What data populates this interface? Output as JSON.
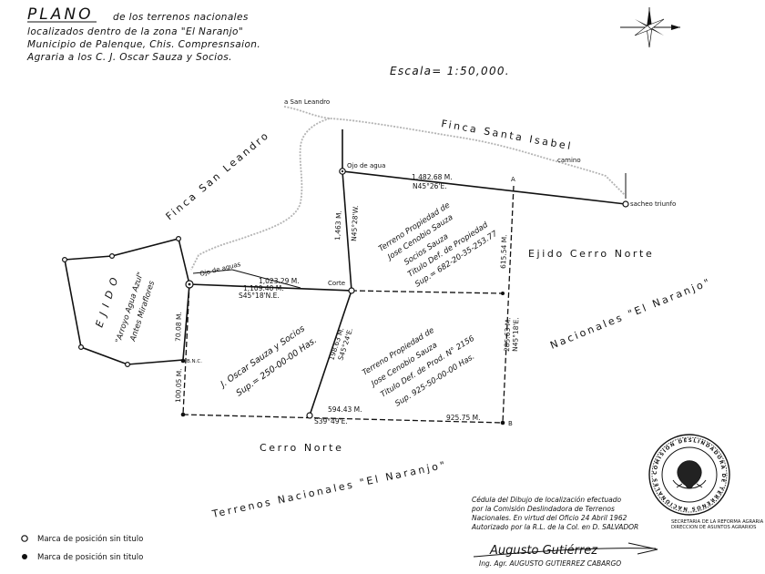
{
  "header": {
    "title": "PLANO",
    "line1": "de los terrenos nacionales",
    "line2": "localizados dentro de la zona \"El Naranjo\"",
    "line3": "Municipio de Palenque, Chis. Compresnsaion.",
    "line4": "Agraria a los C. J. Oscar Sauza y Socios.",
    "scale": "Escala= 1:50,000."
  },
  "regions": {
    "finca_san_leandro": "Finca San Leandro",
    "finca_santa_isabel": "Finca Santa Isabel",
    "ejido_cerro_norte": "Ejido Cerro Norte",
    "nacionales_naranjo": "Nacionales \"El Naranjo\"",
    "cerro_norte": "Cerro Norte",
    "terrenos_nacionales": "Terrenos Nacionales \"El Naranjo\"",
    "ejido_arroyo": {
      "line1": "E J I D O",
      "line2": "\"Arroyo Agua Azul\"",
      "line3": "Antes Miraflores"
    }
  },
  "parcels": {
    "sauza": {
      "line1": "J. Oscar Sauza y Socios",
      "line2": "Sup.= 250-00-00 Has."
    },
    "north": {
      "line1": "Terreno Propiedad de",
      "line2": "Jose Cenobio Sauza",
      "line3": "Socios Sauza",
      "line4": "Titulo Def. de Propiedad",
      "line5": "Sup.= 682-20-35-253.77"
    },
    "south": {
      "line1": "Terreno Propiedad de",
      "line2": "Jose Cenobio Sauza",
      "line3": "Titulo Def. de Prod. N° 2156",
      "line4": "Sup. 925-50-00-00 Has."
    }
  },
  "places": {
    "san_leandro": "a San Leandro",
    "ojo_de_agua": "Ojo de agua",
    "camino": "camino",
    "sacheo_triunfo": "sacheo triunfo",
    "ojo_de_aguas": "Ojo de aguas",
    "corte": "Corte",
    "estaca": "B.N.C.",
    "b": "B",
    "a": "A"
  },
  "measurements": {
    "m1": "1,482.68 M.",
    "m1b": "N45°26'E.",
    "m2": "1,023.29 M.",
    "m3": "1,109.40 M.",
    "m3b": "S45°18'N.E.",
    "m4": "1,463 M.",
    "m4b": "N45°28'W.",
    "m5": "198.63 M.",
    "m5b": "S45°24'E.",
    "m6": "594.43 M.",
    "m6b": "S39°49'E.",
    "m7": "925.75 M.",
    "m8": "285.63 M.",
    "m8b": "N45°18'E.",
    "m9": "615.54 M.",
    "m10": "70.08 M.",
    "m11": "100.05 M."
  },
  "footer": {
    "line1": "Cédula del Dibujo de localización efectuado",
    "line2": "por la Comisión Deslindadora de Terrenos",
    "line3": "Nacionales. En virtud del Oficio 24 Abril 1962",
    "line4": "Autorizado por la R.L. de la Col. en D. SALVADOR",
    "signature": "Augusto Gutiérrez",
    "engineer": "Ing. Agr. AUGUSTO GUTIERREZ CABARGO",
    "agency1": "SECRETARIA DE LA REFORMA AGRARIA",
    "agency2": "DIRECCION DE ASUNTOS AGRARIOS"
  },
  "seal": {
    "legend": "COMISION DESLINDADORA DE TERRENOS NACIONALES"
  },
  "legend": {
    "open": "Marca de posición sin titulo",
    "filled": "Marca de posición sin titulo"
  },
  "icons": {
    "north": "compass-rose-icon"
  }
}
